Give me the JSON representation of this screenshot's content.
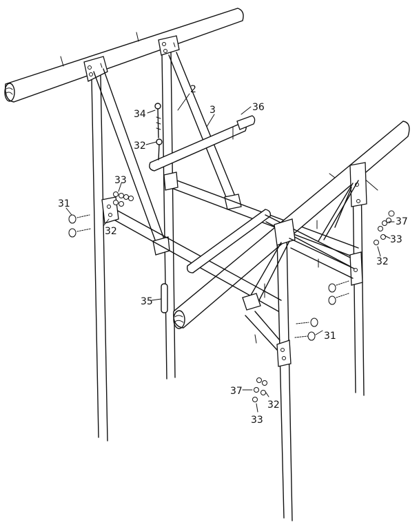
{
  "labels": {
    "l2": "2",
    "l3": "3",
    "l31a": "31",
    "l31b": "31",
    "l32a": "32",
    "l32b": "32",
    "l32c": "32",
    "l32d": "32",
    "l33a": "33",
    "l33b": "33",
    "l33c": "33",
    "l34": "34",
    "l35": "35",
    "l36": "36",
    "l37a": "37",
    "l37b": "37"
  }
}
